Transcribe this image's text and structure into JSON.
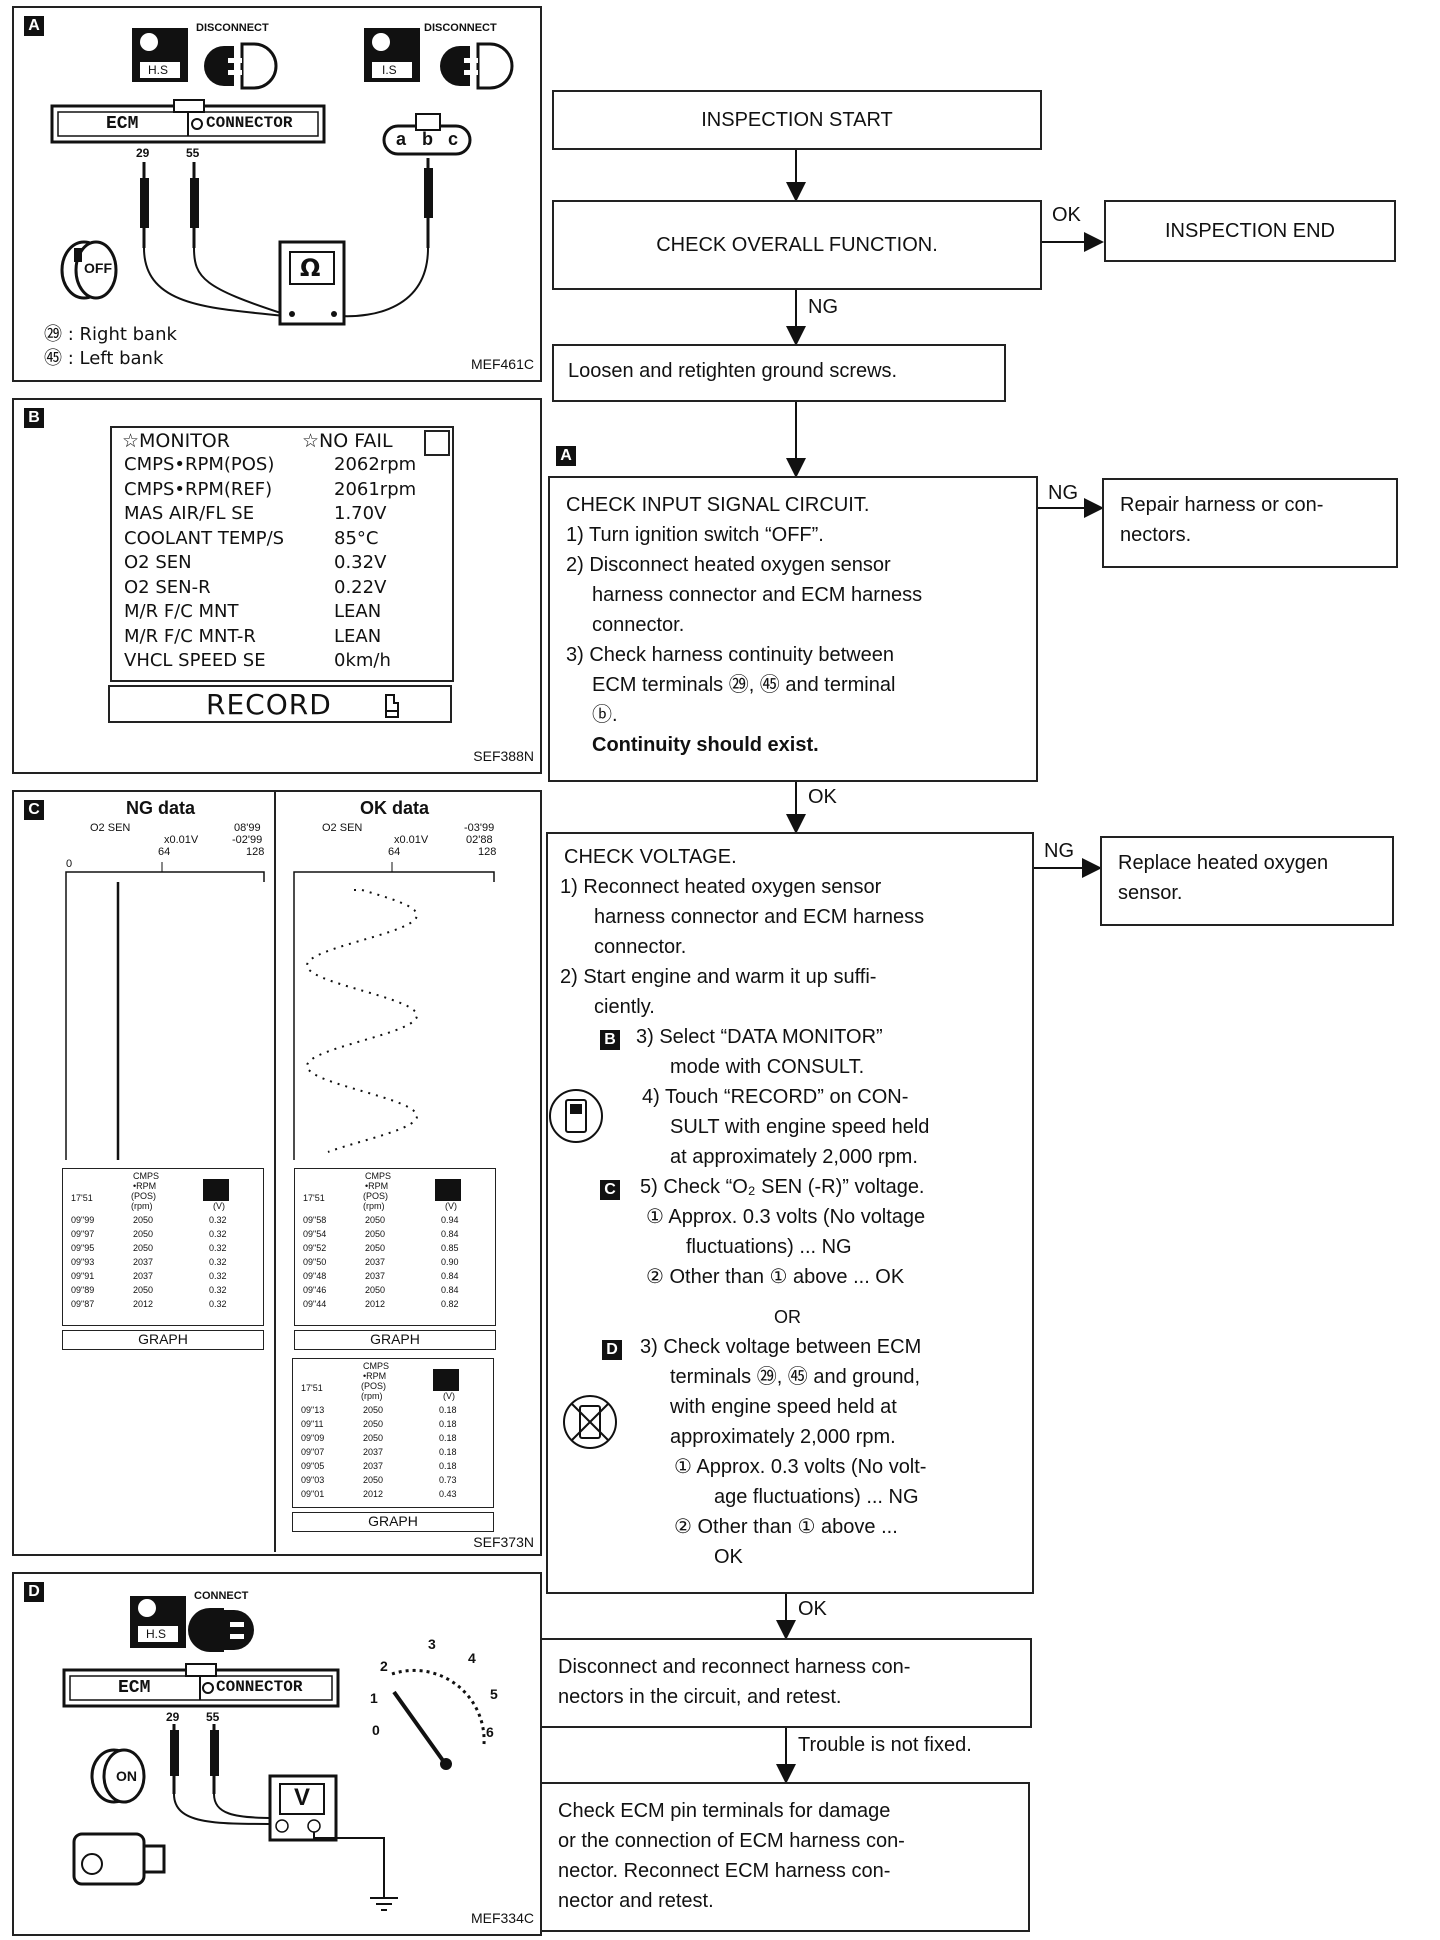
{
  "panelA": {
    "tag": "A",
    "disconnect1": "DISCONNECT",
    "disconnect2": "DISCONNECT",
    "hs": "H.S",
    "is": "I.S",
    "ecm": "ECM",
    "connector": "CONNECTOR",
    "pin1": "29",
    "pin2": "55",
    "abc": [
      "a",
      "b",
      "c"
    ],
    "ohm": "Ω",
    "off": "OFF",
    "legend1": "㉙ : Right bank",
    "legend2": "㊺ : Left bank",
    "code": "MEF461C"
  },
  "panelB": {
    "tag": "B",
    "header_left": "☆MONITOR",
    "header_right": "☆NO FAIL",
    "rows": [
      {
        "name": "CMPS•RPM(POS)",
        "value": "2062rpm"
      },
      {
        "name": "CMPS•RPM(REF)",
        "value": "2061rpm"
      },
      {
        "name": "MAS AIR/FL SE",
        "value": "1.70V"
      },
      {
        "name": "COOLANT TEMP/S",
        "value": "85°C"
      },
      {
        "name": "O2 SEN",
        "value": "0.32V"
      },
      {
        "name": "O2 SEN-R",
        "value": "0.22V"
      },
      {
        "name": "M/R F/C MNT",
        "value": "LEAN"
      },
      {
        "name": "M/R F/C MNT-R",
        "value": "LEAN"
      },
      {
        "name": "VHCL SPEED SE",
        "value": "0km/h"
      }
    ],
    "record": "RECORD",
    "code": "SEF388N"
  },
  "panelC": {
    "tag": "C",
    "ng_title": "NG data",
    "ok_title": "OK data",
    "ng_sen": "O2 SEN",
    "ok_sen": "O2 SEN",
    "ng_time": "08'99",
    "ng_time2": "-02'99",
    "ok_time": "-03'99",
    "ok_time2": "02'88",
    "unit": "x0.01V",
    "ticks": [
      "0",
      "64",
      "128"
    ],
    "ok_ticks": [
      "64",
      "128"
    ],
    "table_header": [
      "CMPS",
      "•RPM",
      "(POS)",
      "(rpm)",
      "(V)"
    ],
    "table_time": "17'51",
    "ng_rows": [
      [
        "09\"99",
        "2050",
        "0.32"
      ],
      [
        "09\"97",
        "2050",
        "0.32"
      ],
      [
        "09\"95",
        "2050",
        "0.32"
      ],
      [
        "09\"93",
        "2037",
        "0.32"
      ],
      [
        "09\"91",
        "2037",
        "0.32"
      ],
      [
        "09\"89",
        "2050",
        "0.32"
      ],
      [
        "09\"87",
        "2012",
        "0.32"
      ]
    ],
    "ok1_rows": [
      [
        "09\"58",
        "2050",
        "0.94"
      ],
      [
        "09\"54",
        "2050",
        "0.84"
      ],
      [
        "09\"52",
        "2050",
        "0.85"
      ],
      [
        "09\"50",
        "2037",
        "0.90"
      ],
      [
        "09\"48",
        "2037",
        "0.84"
      ],
      [
        "09\"46",
        "2050",
        "0.84"
      ],
      [
        "09\"44",
        "2012",
        "0.82"
      ]
    ],
    "ok2_rows": [
      [
        "09\"13",
        "2050",
        "0.18"
      ],
      [
        "09\"11",
        "2050",
        "0.18"
      ],
      [
        "09\"09",
        "2050",
        "0.18"
      ],
      [
        "09\"07",
        "2037",
        "0.18"
      ],
      [
        "09\"05",
        "2037",
        "0.18"
      ],
      [
        "09\"03",
        "2050",
        "0.73"
      ],
      [
        "09\"01",
        "2012",
        "0.43"
      ]
    ],
    "graph": "GRAPH",
    "code": "SEF373N"
  },
  "panelD": {
    "tag": "D",
    "connect": "CONNECT",
    "hs": "H.S",
    "ecm": "ECM",
    "connector": "CONNECTOR",
    "pin1": "29",
    "pin2": "55",
    "on": "ON",
    "volt": "V",
    "gauge": [
      "0",
      "1",
      "2",
      "3",
      "4",
      "5",
      "6"
    ],
    "code": "MEF334C"
  },
  "flow": {
    "start": "INSPECTION START",
    "check_overall": "CHECK OVERALL FUNCTION.",
    "ok1": "OK",
    "end": "INSPECTION END",
    "ng1": "NG",
    "loosen": "Loosen and retighten ground screws.",
    "tagA": "A",
    "input_title": "CHECK INPUT SIGNAL CIRCUIT.",
    "input_steps": [
      "1) Turn ignition switch “OFF”.",
      "2) Disconnect heated oxygen sensor",
      "harness connector and ECM harness",
      "connector.",
      "3) Check harness continuity between",
      "ECM terminals ㉙, ㊺ and terminal",
      "ⓑ."
    ],
    "input_bold": "Continuity should exist.",
    "ng2": "NG",
    "repair": "Repair harness or con-\nnectors.",
    "ok2": "OK",
    "volt_title": "CHECK VOLTAGE.",
    "volt_steps": [
      "1) Reconnect heated oxygen sensor",
      "harness connector and ECM harness",
      "connector.",
      "2) Start engine and warm it up suffi-",
      "ciently."
    ],
    "tagB": "B",
    "step3": "3) Select “DATA MONITOR”",
    "step3b": "mode with CONSULT.",
    "step4": "4) Touch “RECORD” on CON-",
    "step4b": "SULT with engine speed held",
    "step4c": "at approximately 2,000 rpm.",
    "tagC": "C",
    "step5": "5) Check “O₂ SEN (-R)” voltage.",
    "r1a": "① Approx. 0.3 volts (No voltage",
    "r1b": "fluctuations) ... NG",
    "r2": "② Other than ① above ... OK",
    "or": "OR",
    "tagD": "D",
    "d3a": "3) Check voltage between ECM",
    "d3b": "terminals ㉙, ㊺ and ground,",
    "d3c": "with engine speed held at",
    "d3d": "approximately 2,000 rpm.",
    "dr1a": "① Approx. 0.3 volts (No volt-",
    "dr1b": "age fluctuations) ... NG",
    "dr2a": "② Other than ① above ...",
    "dr2b": "OK",
    "ng3": "NG",
    "replace": "Replace heated oxygen\nsensor.",
    "ok3": "OK",
    "disconnect": "Disconnect and reconnect harness con-\nnectors in the circuit, and retest.",
    "trouble": "Trouble is not fixed.",
    "check_ecm": "Check ECM pin terminals for damage\nor the connection of ECM harness con-\nnector. Reconnect ECM harness con-\nnector and retest."
  }
}
